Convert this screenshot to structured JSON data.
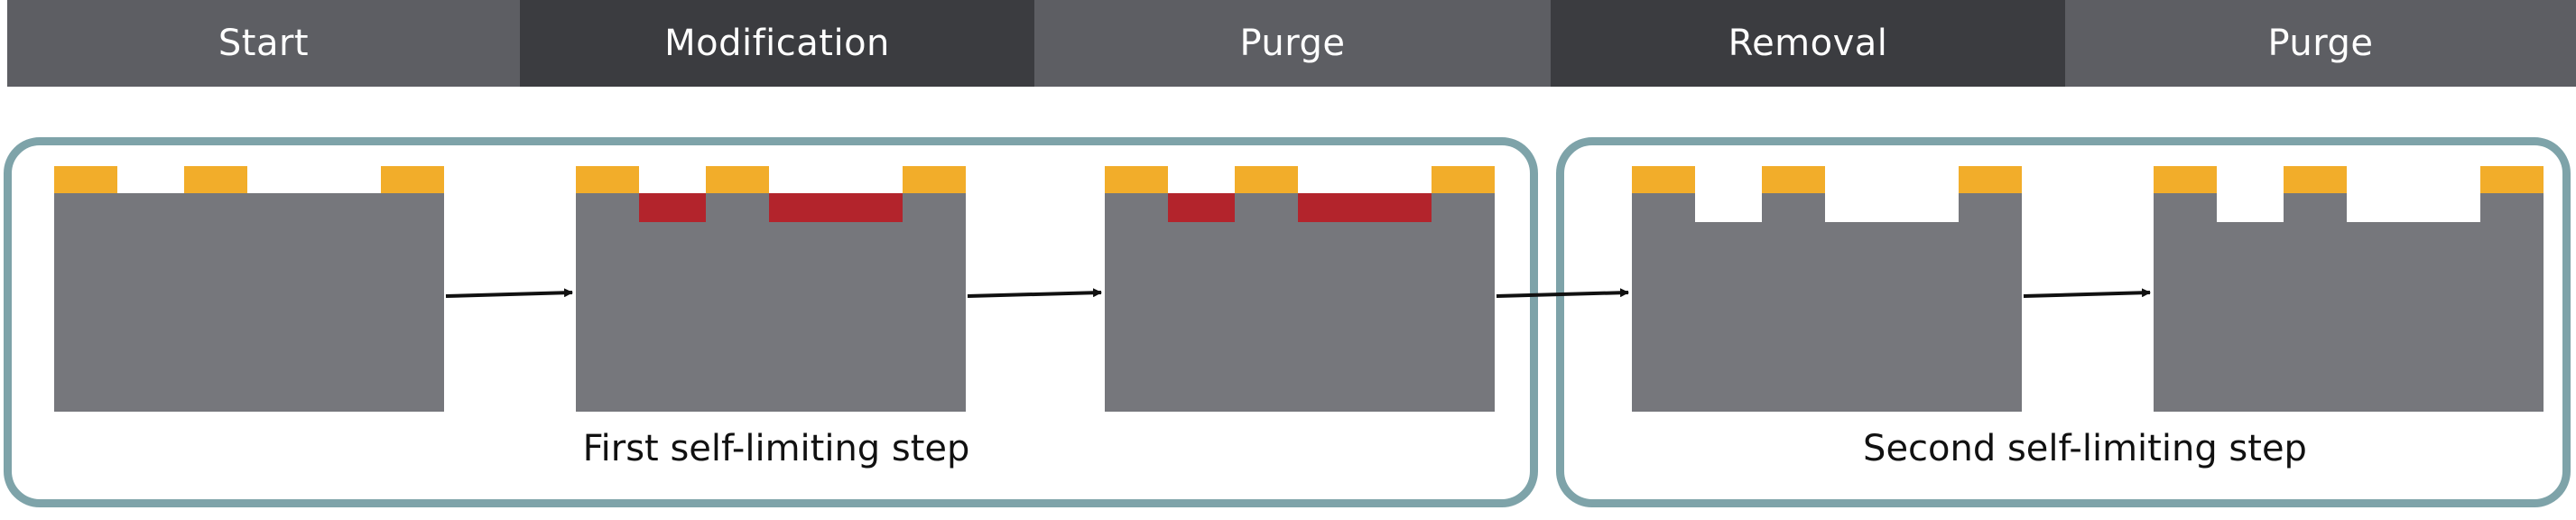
{
  "header": {
    "steps": [
      "Start",
      "Modification",
      "Purge",
      "Removal",
      "Purge"
    ],
    "colors": [
      "#5d5e63",
      "#3b3c40",
      "#5d5e63",
      "#3b3c40",
      "#5d5e63"
    ]
  },
  "groups": {
    "first": {
      "label": "First self-limiting step"
    },
    "second": {
      "label": "Second self-limiting step"
    }
  },
  "colors": {
    "substrate": "#76777c",
    "mask": "#f2ad2a",
    "modified_layer": "#b3242c",
    "border": "#7ea3a9",
    "arrow": "#111111"
  },
  "diagrams": [
    {
      "stage": "Start",
      "state": "flat substrate with mask"
    },
    {
      "stage": "Modification",
      "state": "modified surface layer"
    },
    {
      "stage": "Purge",
      "state": "modified surface layer"
    },
    {
      "stage": "Removal",
      "state": "modified layer etched"
    },
    {
      "stage": "Purge",
      "state": "modified layer etched"
    }
  ]
}
